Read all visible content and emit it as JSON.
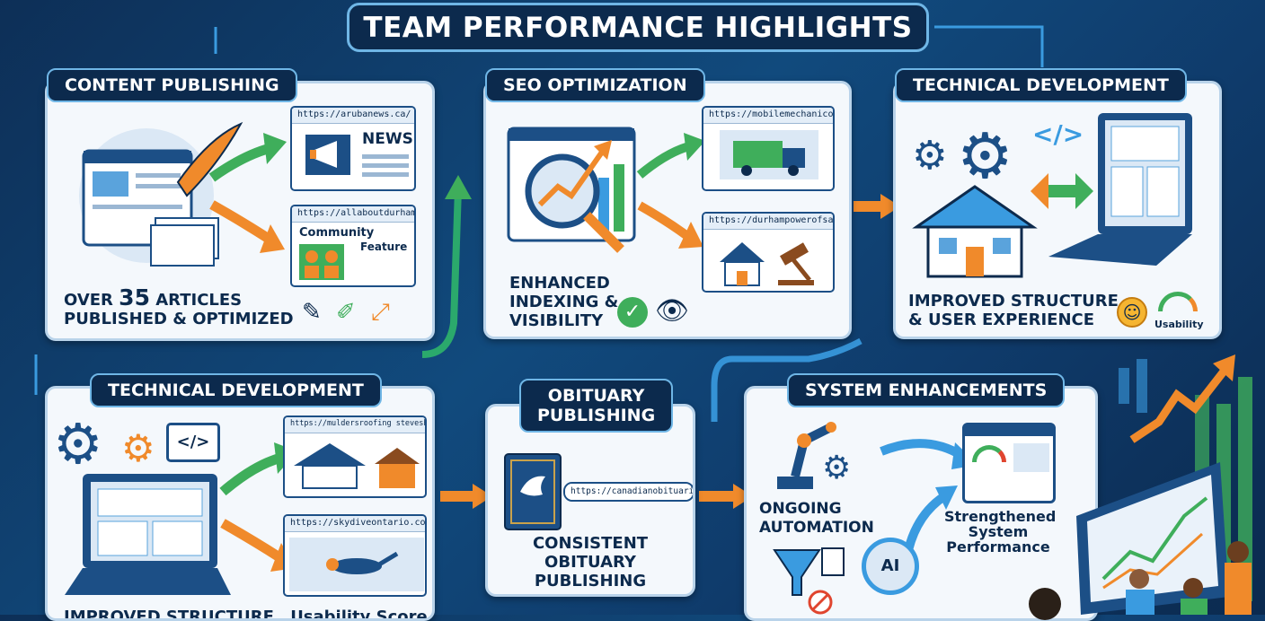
{
  "title": "TEAM PERFORMANCE HIGHLIGHTS",
  "panels": {
    "content_publishing": {
      "tag": "CONTENT PUBLISHING",
      "url1": "https://arubanews.ca/",
      "news": "NEWS",
      "url2": "https://allaboutdurham.com/",
      "community": "Community",
      "feature": "Feature",
      "caption_pre": "OVER ",
      "caption_num": "35",
      "caption_post": " ARTICLES",
      "caption_line2": "PUBLISHED & OPTIMIZED"
    },
    "seo": {
      "tag": "SEO OPTIMIZATION",
      "url1": "https://mobilemechanicontario.ca/",
      "url2": "https://durhampowerofsale.com/",
      "caption1": "ENHANCED",
      "caption2": "INDEXING &",
      "caption3": "VISIBILITY"
    },
    "tech_top": {
      "tag": "TECHNICAL DEVELOPMENT",
      "caption1": "IMPROVED STRUCTURE",
      "caption2": "& USER EXPERIENCE",
      "usability": "Usability"
    },
    "tech_bottom": {
      "tag": "TECHNICAL DEVELOPMENT",
      "url1": "https://muldersroofing stevesheds.com/",
      "url2": "https://skydiveontario.com/",
      "caption": "IMPROVED STRUCTURE",
      "caption2": "Usability Score"
    },
    "obituary": {
      "tag1": "OBITUARY",
      "tag2": "PUBLISHING",
      "url": "https://canadianobituaries.com/",
      "caption1": "CONSISTENT",
      "caption2": "OBITUARY",
      "caption3": "PUBLISHING"
    },
    "system": {
      "tag": "SYSTEM ENHANCEMENTS",
      "automation1": "ONGOING",
      "automation2": "AUTOMATION",
      "ai": "AI",
      "perf1": "Strengthened",
      "perf2": "System",
      "perf3": "Performance"
    }
  },
  "colors": {
    "navy": "#0c2a4d",
    "green_arrow": "#3fae5b",
    "orange_arrow": "#f08a2b",
    "panel_bg": "#f4f8fc"
  }
}
